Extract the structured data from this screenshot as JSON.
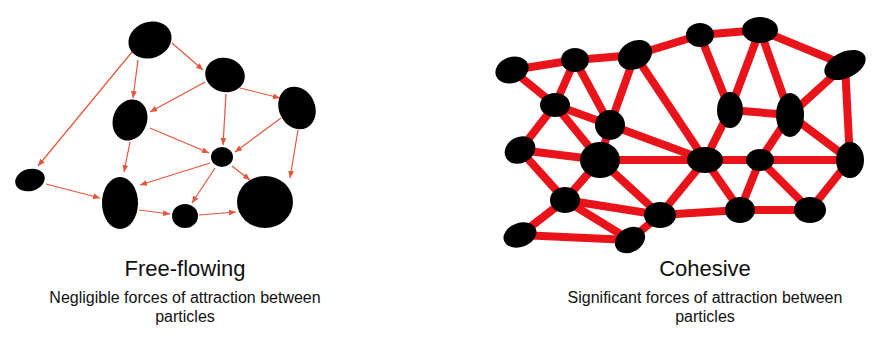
{
  "diagram": {
    "labels": [
      "Free-flowing",
      "Negligible forces of attraction between particles",
      "Cohesive",
      "Significant forces of attraction between particles"
    ]
  }
}
